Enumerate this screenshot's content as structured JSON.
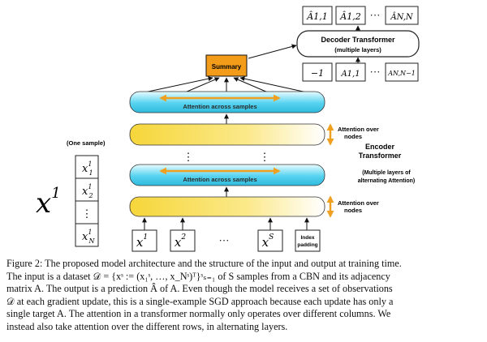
{
  "diagram": {
    "output_top": [
      "Â1,1",
      "Â1,2",
      "ÂN,N"
    ],
    "output_bottom": [
      "−1",
      "A1,1",
      "AN,N−1"
    ],
    "ellipsis": "···",
    "decoder": {
      "title": "Decoder Transformer",
      "subtitle": "(multiple layers)"
    },
    "summary": "Summary",
    "attention_samples": "Attention across samples",
    "attention_nodes": [
      "Attention over",
      "nodes"
    ],
    "encoder": {
      "title_line1": "Encoder",
      "title_line2": "Transformer",
      "sub_line1": "(Multiple layers of",
      "sub_line2": "alternating Attention)"
    },
    "one_sample": "(One sample)",
    "x_big": "x",
    "x_big_sup": "1",
    "sample_cells": [
      {
        "base": "x",
        "sub": "1",
        "sup": "1"
      },
      {
        "base": "x",
        "sub": "2",
        "sup": "1"
      },
      {
        "base": "⋮",
        "sub": "",
        "sup": ""
      },
      {
        "base": "x",
        "sub": "N",
        "sup": "1"
      }
    ],
    "inputs": [
      {
        "base": "x",
        "sup": "1"
      },
      {
        "base": "x",
        "sup": "2"
      },
      {
        "base": "x",
        "sup": "S"
      }
    ],
    "input_ellipsis": "···",
    "index_padding": [
      "Index",
      "padding"
    ],
    "vdots": "⋮"
  },
  "caption": {
    "lines": [
      "Figure 2: The proposed model architecture and the structure of the input and output at training time.",
      "The input is a dataset 𝒟 = {xˢ := (x₁ˢ, …, x_Nˢ)ᵀ}ˢₛ₌₁ of S samples from a CBN and its adjacency",
      "matrix A. The output is a prediction Â of A. Even though the model receives a set of observations",
      "𝒟 at each gradient update, this is a single-example SGD approach because each update has only a",
      "single target A. The attention in a transformer normally only operates over different columns. We",
      "instead also take attention over the different rows, in alternating layers."
    ]
  },
  "colors": {
    "cyan": "#57d3f0",
    "yellow": "#f6d63a",
    "orange": "#f0a020",
    "summary": "#f39c1a"
  }
}
